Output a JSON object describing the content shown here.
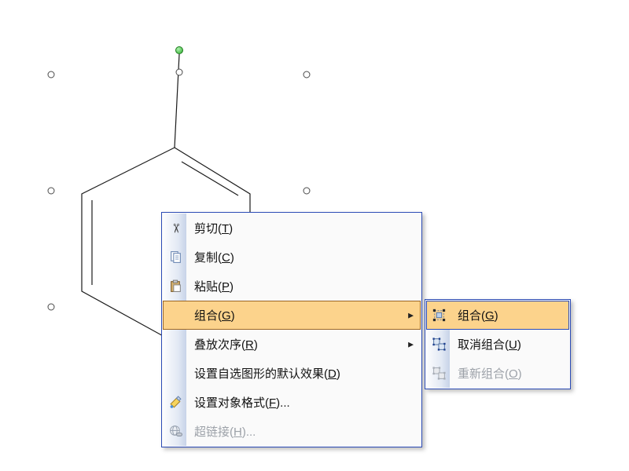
{
  "colors": {
    "menu_border": "#2b4bb5",
    "menu_background": "#fafafa",
    "icon_strip_gradient_from": "#fdfdfe",
    "icon_strip_gradient_to": "#c7d3e8",
    "highlight_background": "#fcd38c",
    "highlight_border": "#9a6524",
    "selected_item_border": "#2b4bb5",
    "disabled_text": "#9ca1a8",
    "rotation_handle_green": "#2fae2f",
    "shape_stroke": "#1a1a1a"
  },
  "icons": {
    "scissors": "✂",
    "submenu_arrow": "▶"
  },
  "drawing": {
    "shape": "benzene-ring-autoshape",
    "rotation_handle": "green",
    "selection_handle_count": 6
  },
  "context_menu": {
    "items": [
      {
        "pre": "剪切(",
        "key": "T",
        "post": ")",
        "icon": "scissors-icon",
        "state": "normal",
        "has_submenu": false
      },
      {
        "pre": "复制(",
        "key": "C",
        "post": ")",
        "icon": "copy-icon",
        "state": "normal",
        "has_submenu": false
      },
      {
        "pre": "粘贴(",
        "key": "P",
        "post": ")",
        "icon": "paste-icon",
        "state": "normal",
        "has_submenu": false
      },
      {
        "pre": "组合(",
        "key": "G",
        "post": ")",
        "icon": "",
        "state": "highlighted",
        "has_submenu": true
      },
      {
        "pre": "叠放次序(",
        "key": "R",
        "post": ")",
        "icon": "",
        "state": "normal",
        "has_submenu": true
      },
      {
        "pre": "设置自选图形的默认效果(",
        "key": "D",
        "post": ")",
        "icon": "",
        "state": "normal",
        "has_submenu": false
      },
      {
        "pre": "设置对象格式(",
        "key": "F",
        "post": ")...",
        "icon": "format-icon",
        "state": "normal",
        "has_submenu": false
      },
      {
        "pre": "超链接(",
        "key": "H",
        "post": ")...",
        "icon": "hyperlink-icon",
        "state": "disabled",
        "has_submenu": false
      }
    ]
  },
  "submenu": {
    "items": [
      {
        "pre": "组合(",
        "key": "G",
        "post": ")",
        "icon": "group-icon",
        "state": "selected"
      },
      {
        "pre": "取消组合(",
        "key": "U",
        "post": ")",
        "icon": "ungroup-icon",
        "state": "normal"
      },
      {
        "pre": "重新组合(",
        "key": "O",
        "post": ")",
        "icon": "regroup-icon",
        "state": "disabled"
      }
    ]
  }
}
